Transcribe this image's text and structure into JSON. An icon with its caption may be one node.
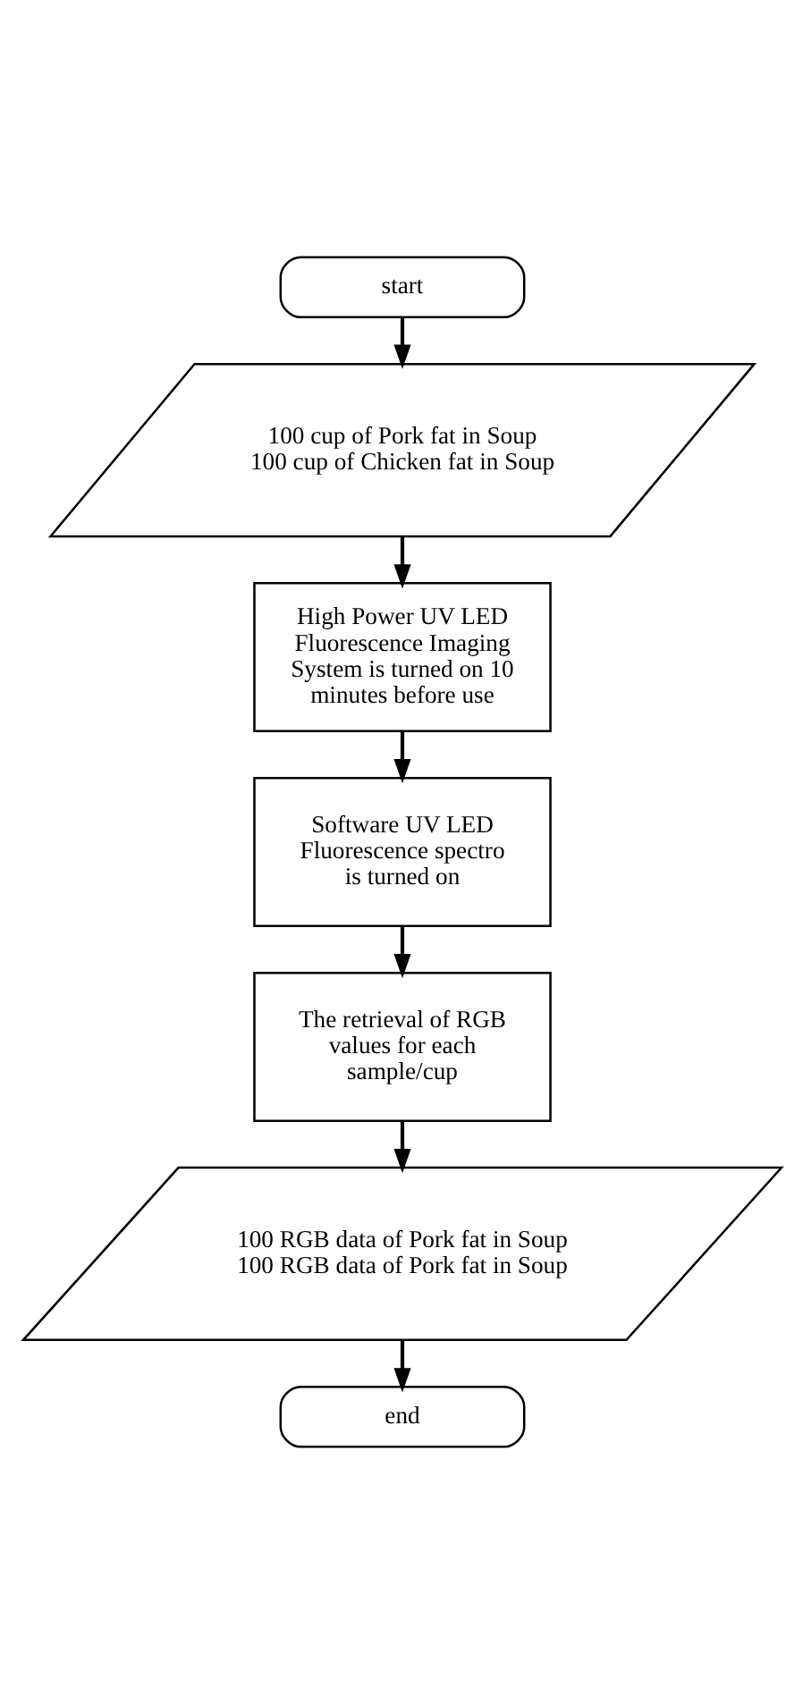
{
  "diagram": {
    "nodes": [
      {
        "text": [
          "start"
        ]
      },
      {
        "text": [
          "100 cup of Pork fat in Soup",
          "100 cup of Chicken fat in Soup"
        ]
      },
      {
        "text": [
          "High Power UV LED Fluorescence Imaging System is turned on 10 minutes before use"
        ]
      },
      {
        "text": [
          "Software UV LED Fluorescence spectro is turned on"
        ]
      },
      {
        "text": [
          "The retrieval of RGB values for each sample/cup"
        ]
      },
      {
        "text": [
          "100 RGB data of Pork fat in Soup",
          "100 RGB data of Pork fat in Soup"
        ]
      },
      {
        "text": [
          "end"
        ]
      }
    ],
    "edges": [
      {
        "from": 0,
        "to": 1,
        "arrow": "to"
      },
      {
        "from": 1,
        "to": 2,
        "arrow": "to"
      },
      {
        "from": 2,
        "to": 3,
        "arrow": "to"
      },
      {
        "from": 3,
        "to": 4,
        "arrow": "to"
      },
      {
        "from": 4,
        "to": 5,
        "arrow": "to"
      },
      {
        "from": 5,
        "to": 6,
        "arrow": "to"
      }
    ]
  }
}
